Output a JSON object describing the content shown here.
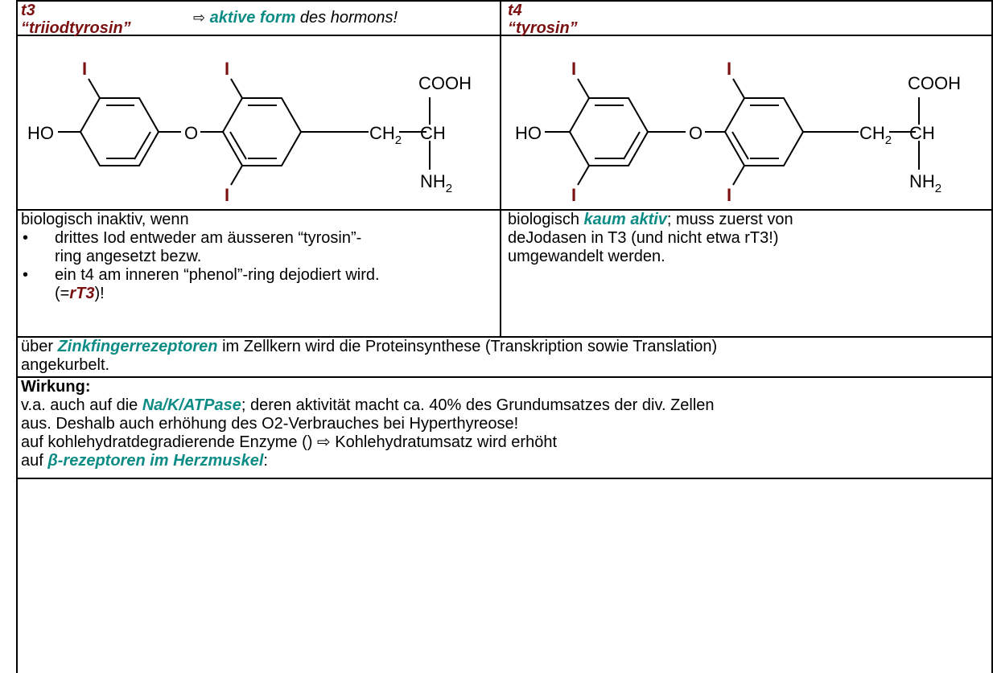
{
  "header": {
    "left": {
      "code": "t3",
      "name": "“triiodtyrosin”",
      "arrow": "⇨",
      "emphasis": "aktive form",
      "rest": " des hormons!"
    },
    "right": {
      "code": "t4",
      "name": "“tyrosin”"
    }
  },
  "structures": {
    "iodine": "I",
    "ho": "HO",
    "oxygen": "O",
    "cooh": "COOH",
    "ch2_main": "CH",
    "ch2_sub": "2",
    "ch": "CH",
    "nh2_main": "NH",
    "nh2_sub": "2"
  },
  "activity": {
    "left": {
      "intro": "biologisch inaktiv, wenn",
      "bullet_symbol": "•",
      "bullet1_line1": "drittes Iod entweder am äusseren “tyrosin”-",
      "bullet1_line2": "ring angesetzt bezw.",
      "bullet2_line1": "ein t4 am inneren “phenol”-ring dejodiert wird.",
      "bullet2_pre": "(=",
      "bullet2_em": "rT3",
      "bullet2_post": ")!"
    },
    "right": {
      "pre": "biologisch ",
      "em": "kaum aktiv",
      "post1": "; muss zuerst von",
      "line2": "deJodasen in T3 (und nicht etwa rT3!)",
      "line3": "umgewandelt werden."
    }
  },
  "mechanism": {
    "pre": "über ",
    "em": "Zinkfingerrezeptoren",
    "post": " im Zellkern wird die Proteinsynthese (Transkription sowie Translation)",
    "line2": "angekurbelt."
  },
  "effects": {
    "heading": "Wirkung:",
    "l1_pre": "v.a. auch auf die ",
    "l1_em": "Na/K/ATPase",
    "l1_post": "; deren aktivität macht ca. 40% des Grundumsatzes der div. Zellen",
    "l2": "aus. Deshalb auch erhöhung des O2-Verbrauches bei Hyperthyreose!",
    "l3": "auf kohlehydratdegradierende Enzyme () ⇨ Kohlehydratumsatz wird erhöht",
    "l4_pre": "auf ",
    "l4_em": "β-rezeptoren im Herzmuskel",
    "l4_post": ":"
  },
  "colors": {
    "title_maroon": "#7a1010",
    "emphasis_teal": "#0d8c85"
  }
}
